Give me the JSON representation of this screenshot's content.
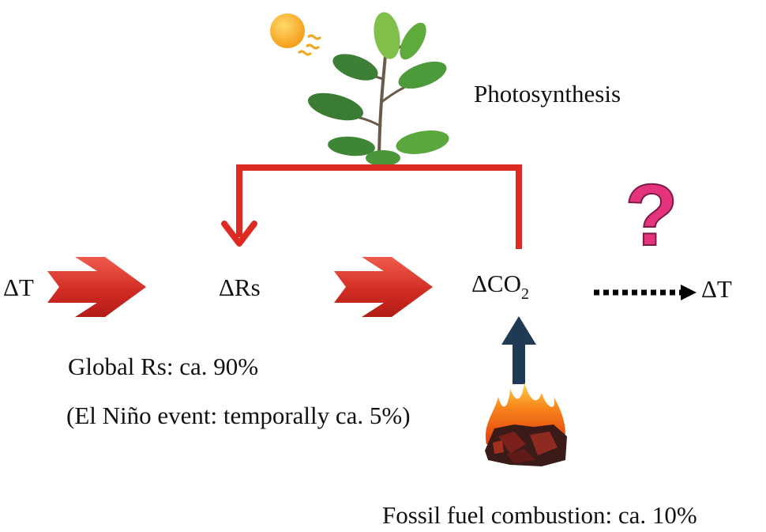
{
  "labels": {
    "photosynthesis": "Photosynthesis",
    "delta_t_left": "ΔT",
    "delta_rs": "ΔRs",
    "delta_co2_main": "ΔCO",
    "delta_co2_sub": "2",
    "delta_t_right": "ΔT",
    "question_mark": "?",
    "global_rs": "Global Rs: ca. 90%",
    "el_nino": "(El Niño event: temporally ca. 5%)",
    "fossil_fuel": "Fossil fuel combustion: ca. 10%"
  },
  "colors": {
    "feedback_line": "#dd2b24",
    "big_arrow": "#d8322a",
    "up_arrow": "#1f3a55",
    "dotted_arrow": "#000000",
    "question": "#e5337e",
    "sun": "#f6a21a",
    "leaf": "#4d9a3b",
    "fire": "#f16b12"
  },
  "icons": [
    "sun-icon",
    "plant-icon",
    "question-mark-icon",
    "fire-coal-icon"
  ]
}
